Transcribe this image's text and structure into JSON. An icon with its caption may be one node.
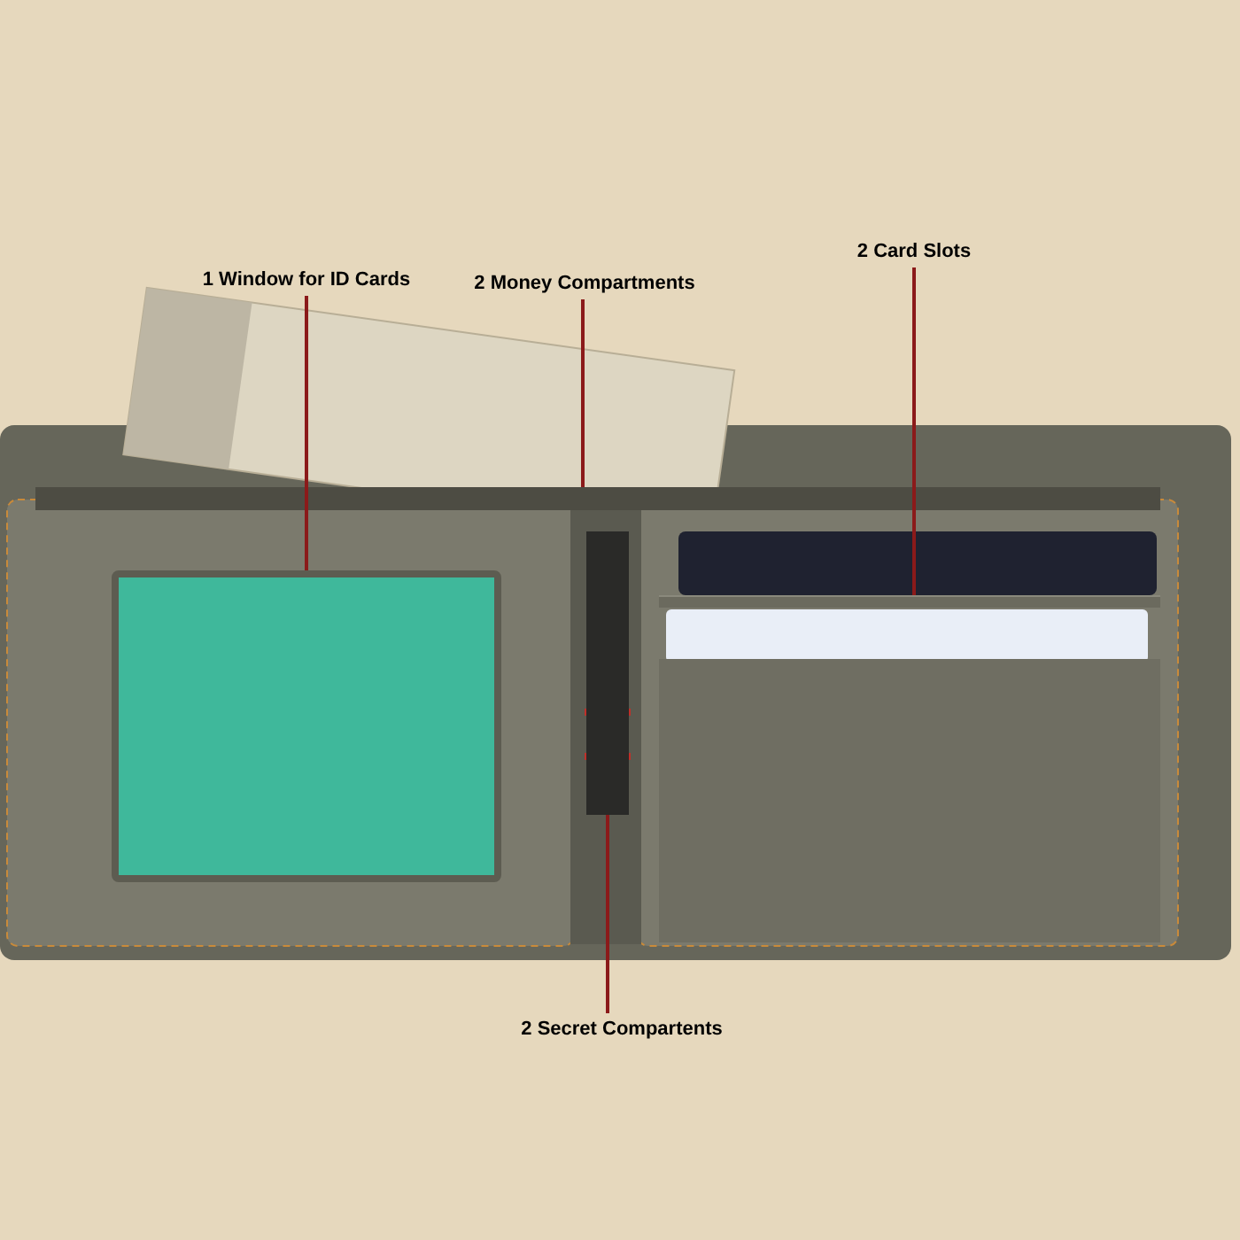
{
  "diagram": {
    "nodes": [
      {
        "text": [
          "1 Window for ID Cards"
        ]
      },
      {
        "text": [
          "2 Money Compartments"
        ]
      },
      {
        "text": [
          "2 Card Slots"
        ]
      },
      {
        "text": [
          "2 Secret Compartents"
        ]
      },
      {
        "text": [],
        "shape": "box"
      },
      {
        "text": [],
        "shape": "bar"
      },
      {
        "text": [],
        "shape": "bar"
      },
      {
        "text": [],
        "shape": "bar"
      }
    ],
    "edges": [
      {
        "from": 0,
        "to": 4,
        "arrow": "none"
      },
      {
        "from": 1,
        "to": 5,
        "arrow": "none"
      },
      {
        "from": 2,
        "to": 6,
        "arrow": "none"
      },
      {
        "from": 3,
        "to": 7,
        "arrow": "none"
      }
    ]
  }
}
